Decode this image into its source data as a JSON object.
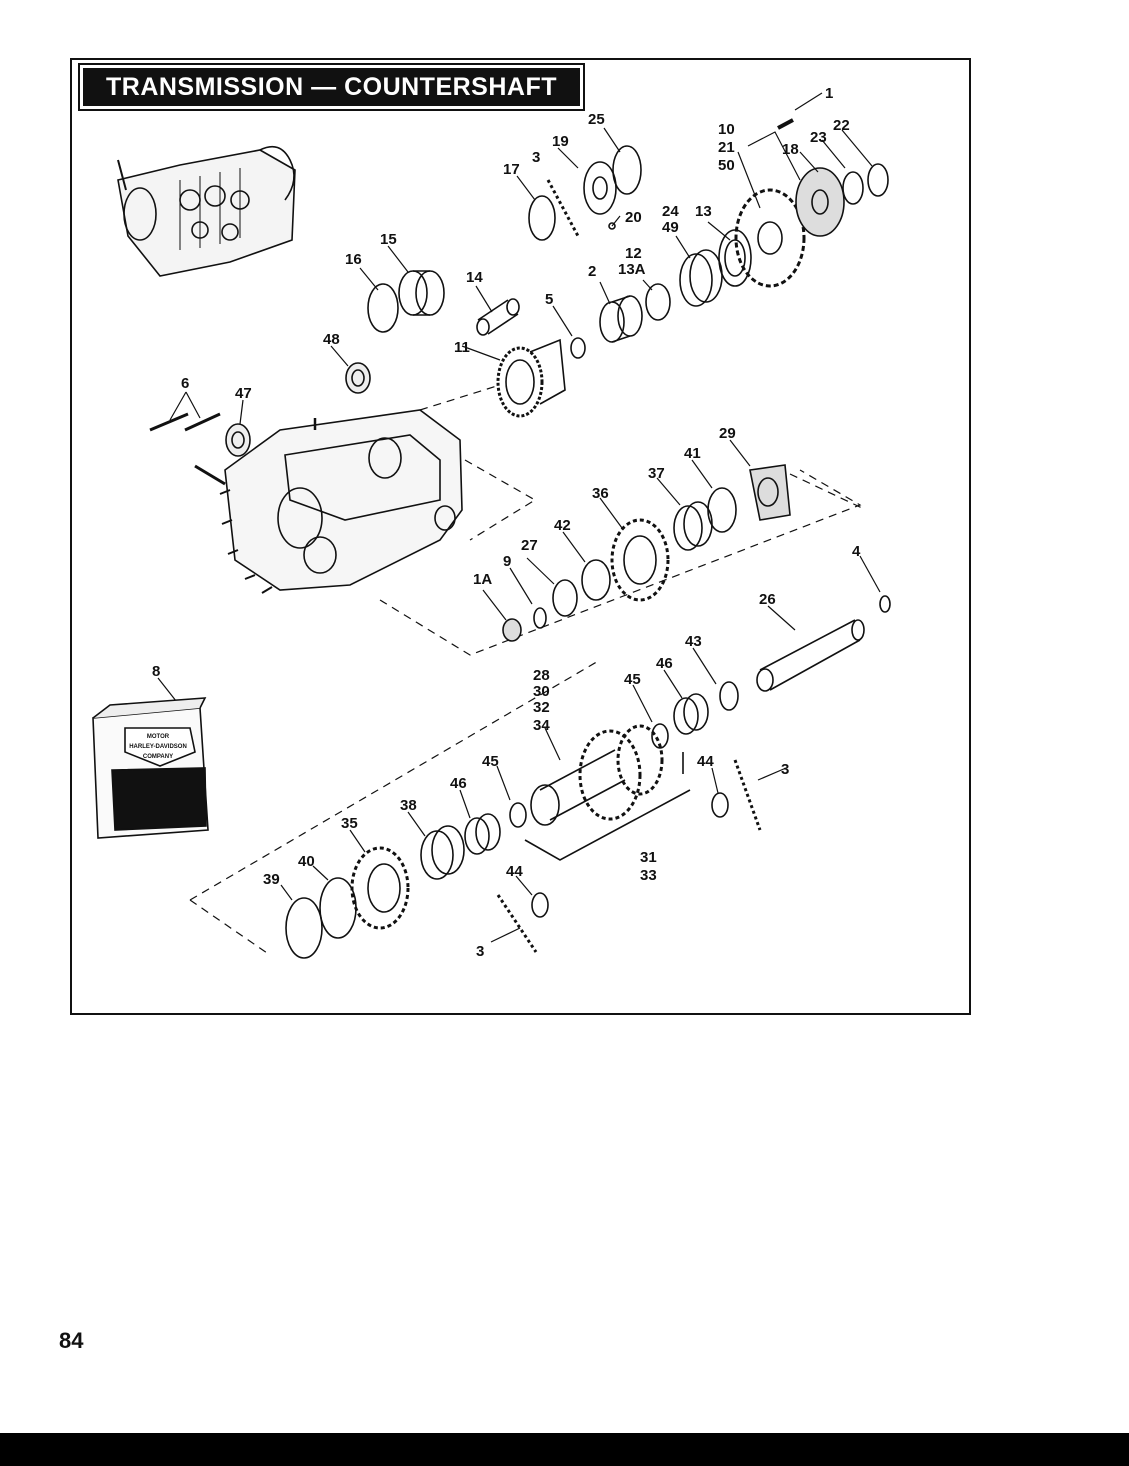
{
  "title": "TRANSMISSION — COUNTERSHAFT",
  "page_number": "84",
  "logo_text": [
    "MOTOR",
    "HARLEY-DAVIDSON",
    "COMPANY"
  ],
  "callouts": {
    "c1": "1",
    "c25": "25",
    "c19": "19",
    "c3a": "3",
    "c17": "17",
    "c20": "20",
    "c10": "10",
    "c21": "21",
    "c50": "50",
    "c23": "23",
    "c22": "22",
    "c18": "18",
    "c24": "24",
    "c49": "49",
    "c13": "13",
    "c12": "12",
    "c13a": "13A",
    "c15": "15",
    "c16": "16",
    "c14": "14",
    "c2": "2",
    "c5": "5",
    "c48": "48",
    "c11": "11",
    "c6": "6",
    "c47": "47",
    "c29": "29",
    "c41": "41",
    "c37": "37",
    "c36": "36",
    "c42": "42",
    "c27": "27",
    "c9": "9",
    "c1a": "1A",
    "c4": "4",
    "c26": "26",
    "c8": "8",
    "c43": "43",
    "c46a": "46",
    "c45a": "45",
    "c28": "28",
    "c30": "30",
    "c32": "32",
    "c34": "34",
    "c44a": "44",
    "c3b": "3",
    "c45b": "45",
    "c46b": "46",
    "c38": "38",
    "c35": "35",
    "c40": "40",
    "c39": "39",
    "c44b": "44",
    "c3c": "3",
    "c31": "31",
    "c33": "33"
  }
}
